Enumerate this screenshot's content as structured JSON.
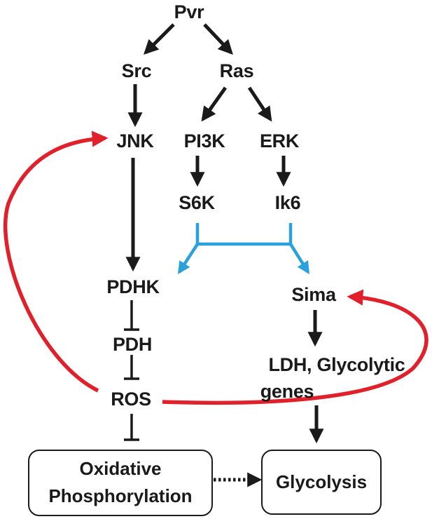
{
  "nodes": {
    "pvr": "Pvr",
    "src": "Src",
    "ras": "Ras",
    "jnk": "JNK",
    "pi3k": "PI3K",
    "erk": "ERK",
    "s6k": "S6K",
    "ik6": "Ik6",
    "pdhk": "PDHK",
    "sima": "Sima",
    "pdh": "PDH",
    "ldh_line1": "LDH, Glycolytic",
    "ldh_line2": "genes",
    "ros": "ROS",
    "oxphos_line1": "Oxidative",
    "oxphos_line2": "Phosphorylation",
    "glycolysis": "Glycolysis"
  },
  "colors": {
    "ink": "#1a1a1a",
    "feedback_red": "#e0202a",
    "branch_blue": "#2aa0dc"
  }
}
